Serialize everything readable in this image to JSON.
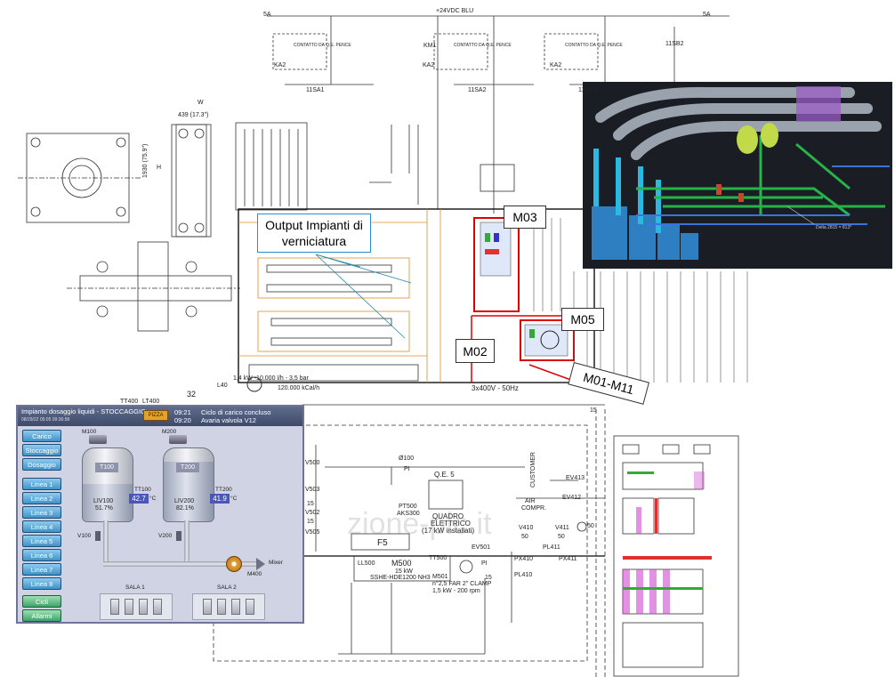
{
  "overlay_labels": {
    "output_impianti": "Output Impianti di verniciatura",
    "m03": "M03",
    "m05": "M05",
    "m02": "M02",
    "m01_m11": "M01-M11"
  },
  "watermark": "zione-plc.it",
  "electrical": {
    "top_left": "5A",
    "top_mid": "+24VDC BLU",
    "top_right": "5A",
    "ka2": "KA2",
    "km1": "KM1",
    "contact_text": "CONTATTO DA Q.E. PENCE",
    "q1": "11SA1",
    "q2": "11SA2",
    "q3": "11SA3",
    "q4": "11SB2"
  },
  "pid": {
    "supply_text": "3x400V - 50Hz",
    "pump_text": "1,4 kW -10.000 l/h - 3,5 bar",
    "heat_text": "120.000 kCal/h",
    "tt400": "TT400",
    "lt400": "LT400",
    "d32": "32",
    "l40": "L40",
    "v500": "V500",
    "v503": "V503",
    "v502": "V502",
    "v505": "V505",
    "d15a": "15",
    "d15b": "15",
    "d15c": "15",
    "d100": "Ø100",
    "pi": "PI",
    "pt500": "PT500",
    "aks300": "AKS300",
    "qe5": "Q.E. 5",
    "quadro1": "QUADRO",
    "quadro2": "ELETTRICO",
    "quadro3": "(17 kW installati)",
    "f5": "F5",
    "m500": "M500",
    "m500_kw": "15 kW",
    "m500_model": "SSHE-HDE1200 NH3",
    "ll500": "LL500",
    "tt500": "TT500",
    "m501": "M501",
    "m501_spec1": "n°2,5 FAR 2\" CLAMP",
    "m501_spec2": "1,5 kW - 200 rpm",
    "ev501": "EV501",
    "pi2": "PI",
    "customer": "CUSTOMER",
    "air": "AIR",
    "compr": "COMPR.",
    "ev413": "EV413",
    "ev412": "EV412",
    "v410": "V410",
    "v411": "V411",
    "d50": "50",
    "d50b": "50",
    "d50c": "50",
    "px410": "PX410",
    "px411": "PX411",
    "pl410": "PL410",
    "pl411": "PL411",
    "d15d": "15",
    "cad_note": "Delta 2815 = 813*",
    "dim_w": "W",
    "dim_439": "439 (17.3\")",
    "dim_h": "H",
    "dim_1930": "1930 (75.9\")"
  },
  "scada": {
    "title": "Impianto dosaggio liquidi - STOCCAGGIO",
    "datetime": "08/29/22 05:05 09:36:58",
    "alarm_badge": "PIZZA",
    "event_time_1": "09:21",
    "event_time_2": "09:20",
    "event_msg_1": "Ciclo di carico concluso",
    "event_msg_2": "Avaria valvola V12",
    "nav_top": [
      "Carico",
      "Stoccaggio",
      "Dosaggio"
    ],
    "nav_lines": [
      "Linea 1",
      "Linea 2",
      "Linea 3",
      "Linea 4",
      "Linea 5",
      "Linea 6",
      "Linea 7",
      "Linea 8"
    ],
    "nav_bottom": [
      "Cicli",
      "Allarmi"
    ],
    "tank1": {
      "motor": "M100",
      "name": "T100",
      "temp_tag": "TT100",
      "temp": "42.7",
      "unit": "°C",
      "level_tag": "LIV100",
      "level": "51.7%",
      "valve": "V100",
      "level_fraction": 0.517
    },
    "tank2": {
      "motor": "M200",
      "name": "T200",
      "temp_tag": "TT200",
      "temp": "41.9",
      "unit": "°C",
      "level_tag": "LIV200",
      "level": "82.1%",
      "valve": "V200",
      "level_fraction": 0.821
    },
    "pump": "M400",
    "mixer": "Mixer",
    "sala1": "SALA 1",
    "sala2": "SALA 2",
    "colors": {
      "title_bar": "#4a5677",
      "panel": "#cfd3e3",
      "button": "#3f92c8",
      "value_box": "#4a57b8",
      "alarm": "#e5a326"
    }
  }
}
